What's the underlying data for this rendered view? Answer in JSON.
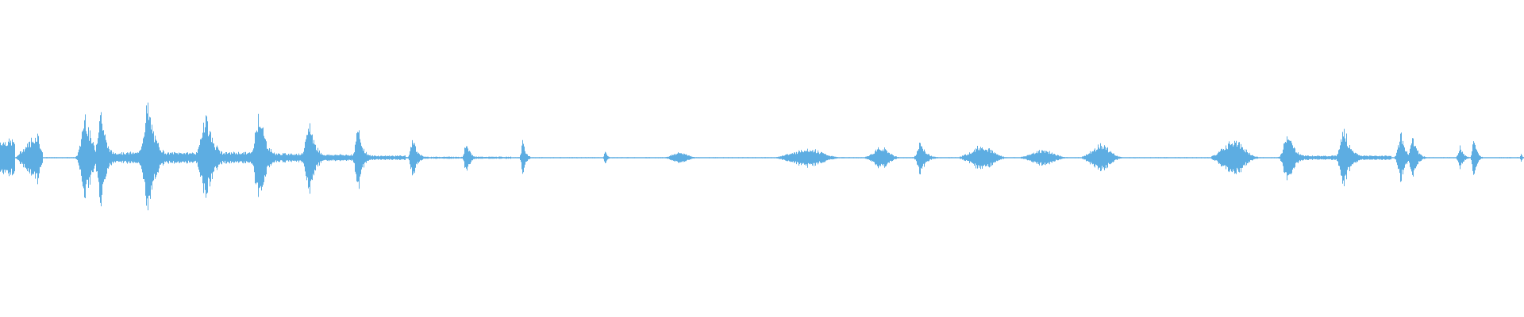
{
  "waveform": {
    "color": "#5dade2",
    "center_line": true,
    "bursts": [
      {
        "t": 0.0,
        "amp": 0.16,
        "shape": "block",
        "dur": 0.008
      },
      {
        "t": 0.022,
        "amp": 0.2,
        "shape": "rise",
        "dur": 0.012
      },
      {
        "t": 0.056,
        "amp": 0.36,
        "shape": "spike",
        "dur": 0.01
      },
      {
        "t": 0.066,
        "amp": 0.4,
        "shape": "spike",
        "dur": 0.008
      },
      {
        "t": 0.074,
        "amp": 0.05,
        "shape": "tail",
        "dur": 0.018
      },
      {
        "t": 0.097,
        "amp": 0.4,
        "shape": "spike",
        "dur": 0.012
      },
      {
        "t": 0.112,
        "amp": 0.05,
        "shape": "tail",
        "dur": 0.02
      },
      {
        "t": 0.135,
        "amp": 0.35,
        "shape": "spike",
        "dur": 0.012
      },
      {
        "t": 0.15,
        "amp": 0.05,
        "shape": "tail",
        "dur": 0.018
      },
      {
        "t": 0.17,
        "amp": 0.38,
        "shape": "spike",
        "dur": 0.01
      },
      {
        "t": 0.183,
        "amp": 0.04,
        "shape": "tail",
        "dur": 0.018
      },
      {
        "t": 0.203,
        "amp": 0.29,
        "shape": "spike",
        "dur": 0.009
      },
      {
        "t": 0.214,
        "amp": 0.03,
        "shape": "tail",
        "dur": 0.015
      },
      {
        "t": 0.235,
        "amp": 0.24,
        "shape": "spike",
        "dur": 0.007
      },
      {
        "t": 0.245,
        "amp": 0.02,
        "shape": "tail",
        "dur": 0.015
      },
      {
        "t": 0.271,
        "amp": 0.16,
        "shape": "spike",
        "dur": 0.006
      },
      {
        "t": 0.28,
        "amp": 0.01,
        "shape": "tail",
        "dur": 0.015
      },
      {
        "t": 0.306,
        "amp": 0.14,
        "shape": "spike",
        "dur": 0.005
      },
      {
        "t": 0.314,
        "amp": 0.01,
        "shape": "tail",
        "dur": 0.015
      },
      {
        "t": 0.343,
        "amp": 0.14,
        "shape": "spike",
        "dur": 0.004
      },
      {
        "t": 0.397,
        "amp": 0.05,
        "shape": "spike",
        "dur": 0.003
      },
      {
        "t": 0.446,
        "amp": 0.04,
        "shape": "bump",
        "dur": 0.01
      },
      {
        "t": 0.518,
        "amp": 0.03,
        "shape": "bump",
        "dur": 0.01
      },
      {
        "t": 0.53,
        "amp": 0.07,
        "shape": "bump",
        "dur": 0.018
      },
      {
        "t": 0.578,
        "amp": 0.08,
        "shape": "bump",
        "dur": 0.01
      },
      {
        "t": 0.604,
        "amp": 0.12,
        "shape": "spike",
        "dur": 0.008
      },
      {
        "t": 0.644,
        "amp": 0.09,
        "shape": "bump",
        "dur": 0.014
      },
      {
        "t": 0.684,
        "amp": 0.06,
        "shape": "bump",
        "dur": 0.014
      },
      {
        "t": 0.722,
        "amp": 0.1,
        "shape": "bump",
        "dur": 0.012
      },
      {
        "t": 0.809,
        "amp": 0.13,
        "shape": "bump",
        "dur": 0.014
      },
      {
        "t": 0.845,
        "amp": 0.2,
        "shape": "spike",
        "dur": 0.01
      },
      {
        "t": 0.858,
        "amp": 0.02,
        "shape": "tail",
        "dur": 0.015
      },
      {
        "t": 0.882,
        "amp": 0.22,
        "shape": "spike",
        "dur": 0.01
      },
      {
        "t": 0.896,
        "amp": 0.02,
        "shape": "tail",
        "dur": 0.012
      },
      {
        "t": 0.919,
        "amp": 0.18,
        "shape": "spike",
        "dur": 0.007
      },
      {
        "t": 0.927,
        "amp": 0.18,
        "shape": "spike",
        "dur": 0.006
      },
      {
        "t": 0.958,
        "amp": 0.09,
        "shape": "spike",
        "dur": 0.005
      },
      {
        "t": 0.967,
        "amp": 0.16,
        "shape": "spike",
        "dur": 0.004
      },
      {
        "t": 0.998,
        "amp": 0.03,
        "shape": "spike",
        "dur": 0.002
      }
    ]
  }
}
